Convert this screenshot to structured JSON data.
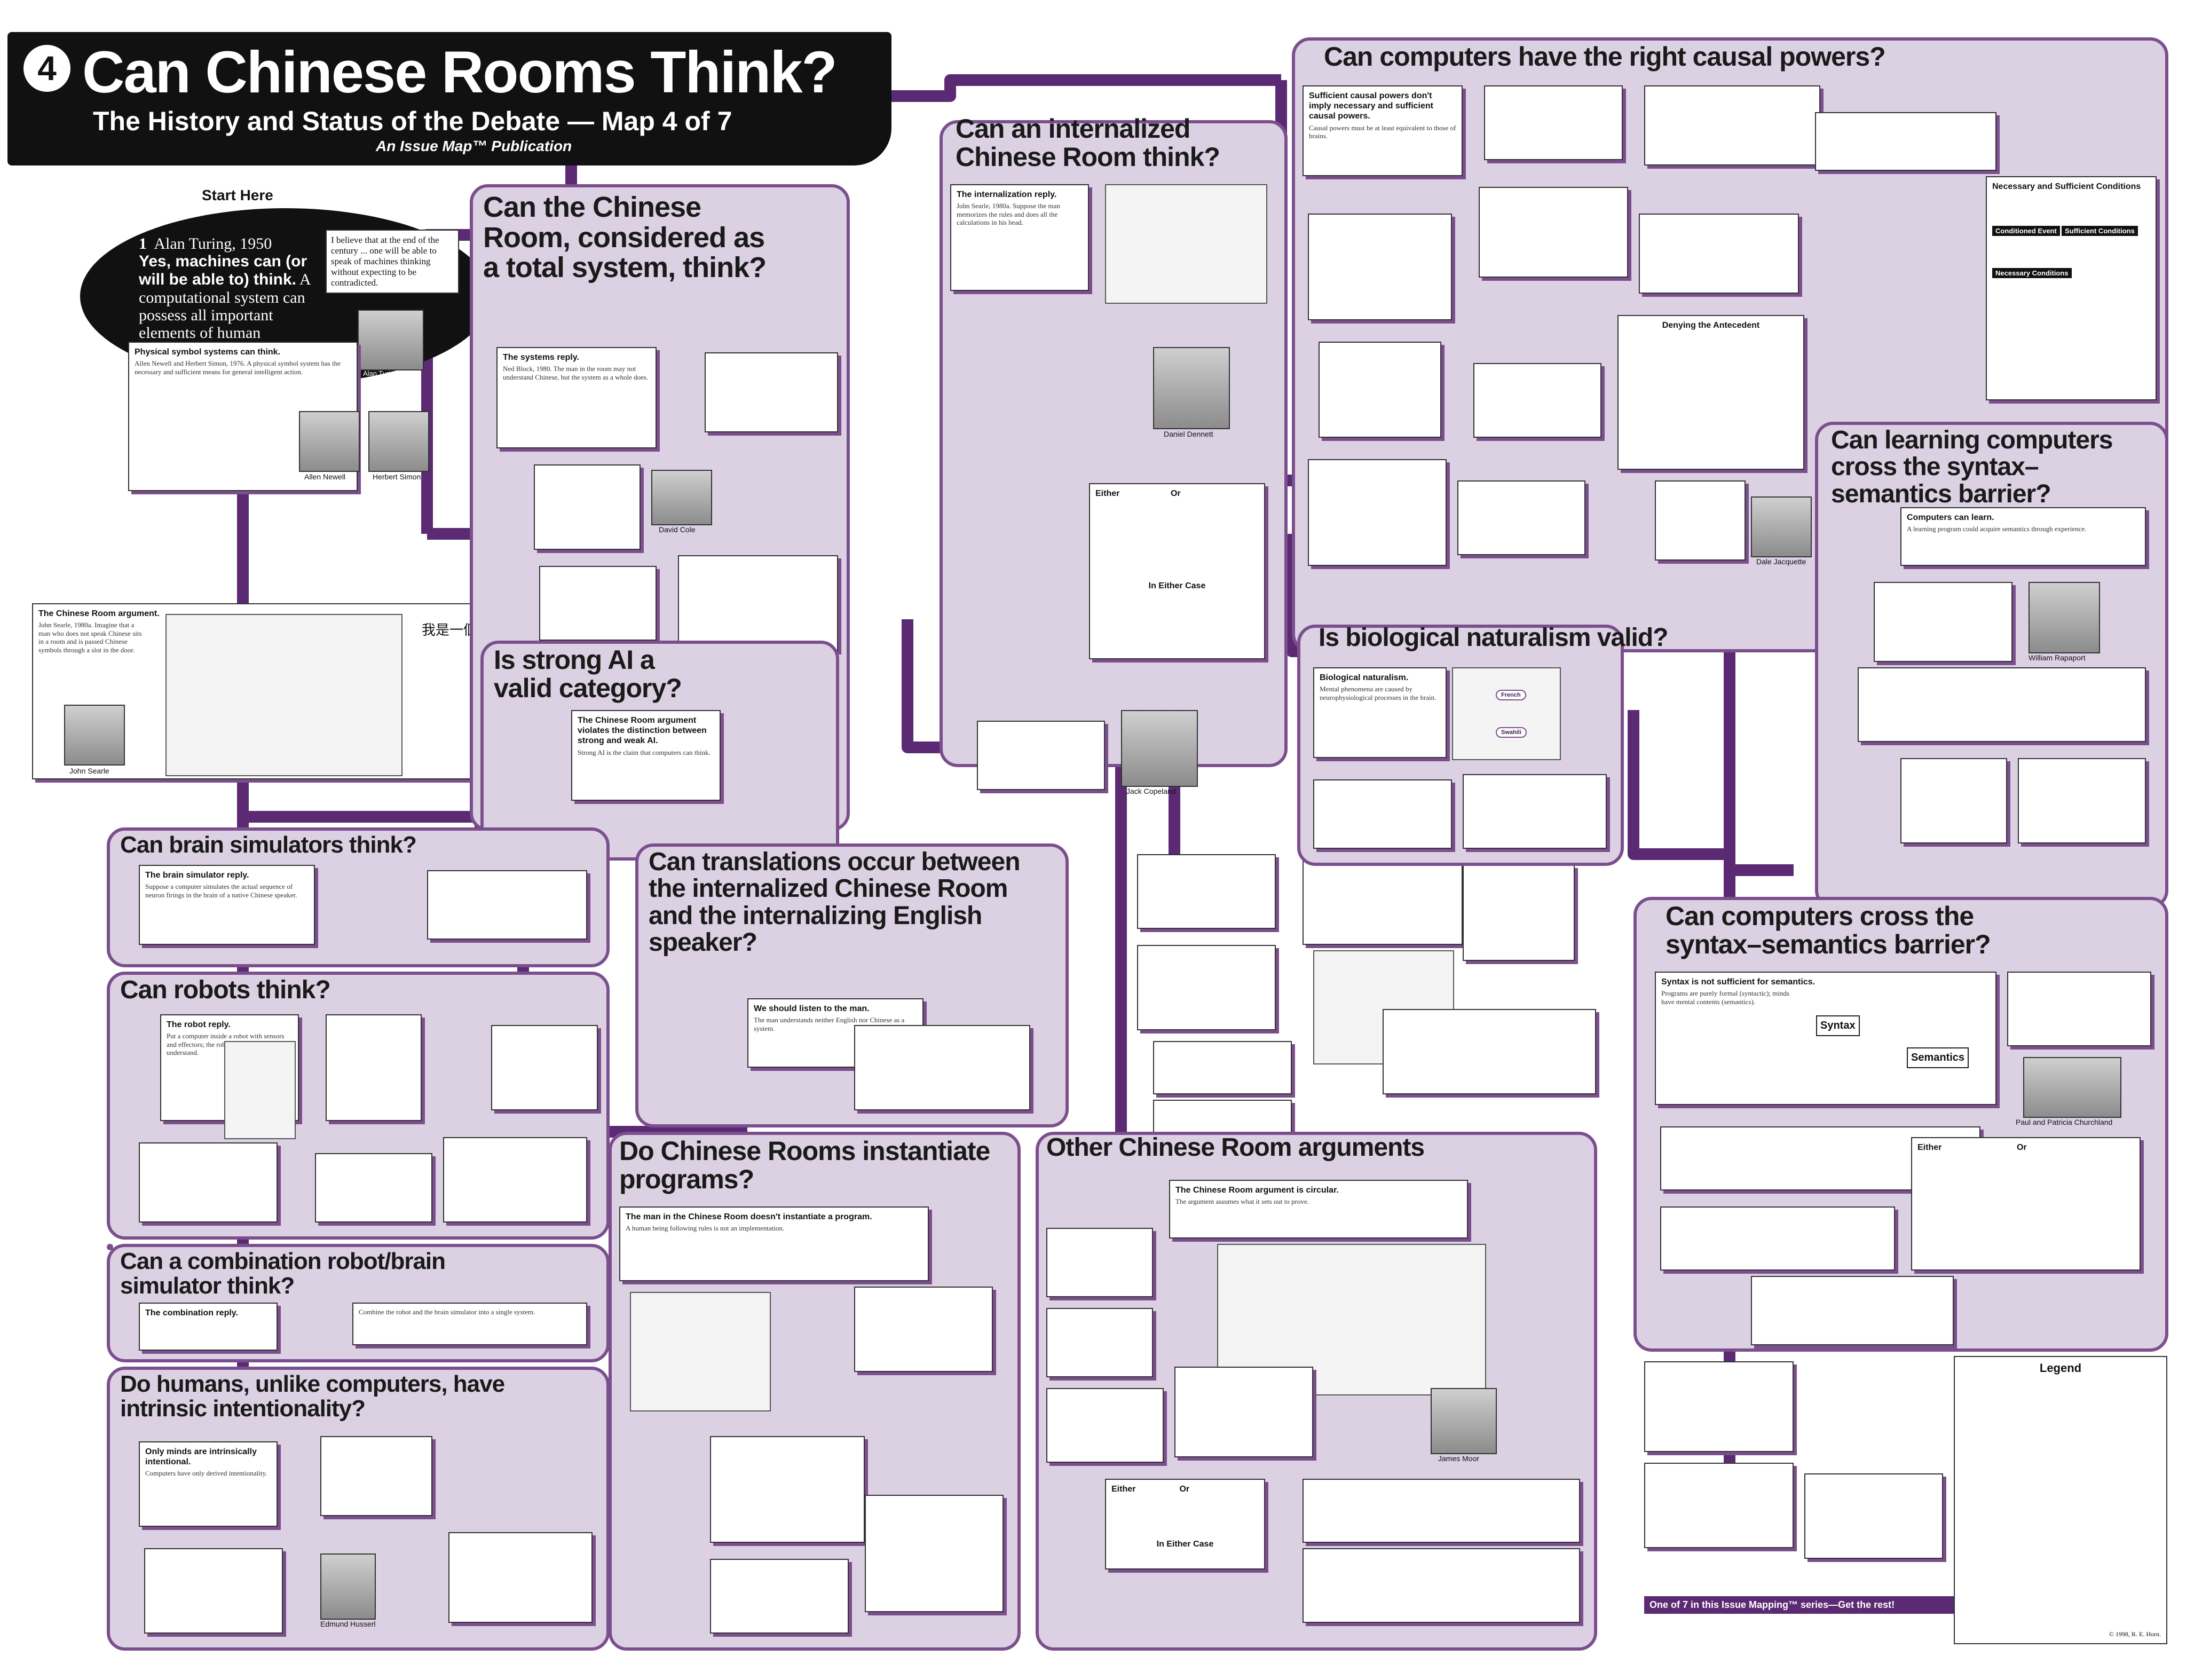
{
  "header": {
    "map_number": "4",
    "title": "Can Chinese Rooms Think?",
    "subtitle": "The History and Status of the Debate — Map 4 of 7",
    "publisher": "An Issue Map™ Publication"
  },
  "start": {
    "label": "Start Here",
    "claim_number": "1",
    "claim_author": "Alan Turing, 1950",
    "claim_bold": "Yes, machines can (or will be able to) think.",
    "claim_text": "A computational system can possess all important elements of human thinking or understanding.",
    "quote": "I believe that at the end of the century ... one will be able to speak of machines thinking without expecting to be contradicted.",
    "portrait_caption": "Alan Turing"
  },
  "regions": {
    "total_system": "Can the Chinese Room, considered as a total system, think?",
    "internalized": "Can an internalized Chinese Room think?",
    "causal_powers": "Can computers have the right causal powers?",
    "strong_ai": "Is strong AI a valid category?",
    "brain_sim": "Can brain simulators think?",
    "robots": "Can robots think?",
    "combination": "Can a combination robot/brain simulator think?",
    "intentionality": "Do humans, unlike computers, have intrinsic intentionality?",
    "translations": "Can translations occur between the internalized Chinese Room and the internalizing English speaker?",
    "instantiate": "Do Chinese Rooms instantiate programs?",
    "other": "Other Chinese Room arguments",
    "bio_naturalism": "Is biological naturalism valid?",
    "learning": "Can learning computers cross the syntax–semantics barrier?",
    "syntax_semantics": "Can computers cross the syntax–semantics barrier?"
  },
  "cards": {
    "newell_simon": {
      "hd": "Physical symbol systems can think.",
      "bd": "Allen Newell and Herbert Simon, 1976. A physical symbol system has the necessary and sufficient means for general intelligent action."
    },
    "searle": {
      "hd": "The Chinese Room argument.",
      "bd": "John Searle, 1980a. Imagine that a man who does not speak Chinese sits in a room and is passed Chinese symbols through a slot in the door."
    },
    "systems_reply": {
      "hd": "The systems reply.",
      "bd": "Ned Block, 1980. The man in the room may not understand Chinese, but the system as a whole does."
    },
    "internalization": {
      "hd": "The internalization reply.",
      "bd": "John Searle, 1980a. Suppose the man memorizes the rules and does all the calculations in his head."
    },
    "causal": {
      "hd": "Sufficient causal powers don't imply necessary and sufficient causal powers.",
      "bd": "Causal powers must be at least equivalent to those of brains."
    },
    "strong_ai_card": {
      "hd": "The Chinese Room argument violates the distinction between strong and weak AI.",
      "bd": "Strong AI is the claim that computers can think."
    },
    "brain_sim_card": {
      "hd": "The brain simulator reply.",
      "bd": "Suppose a computer simulates the actual sequence of neuron firings in the brain of a native Chinese speaker."
    },
    "robot_card": {
      "hd": "The robot reply.",
      "bd": "Put a computer inside a robot with sensors and effectors; the robot would genuinely understand."
    },
    "combo_card": {
      "hd": "The combination reply.",
      "bd": "Combine the robot and the brain simulator into a single system."
    },
    "intentionality_card": {
      "hd": "Only minds are intrinsically intentional.",
      "bd": "Computers have only derived intentionality."
    },
    "translation_card": {
      "hd": "We should listen to the man.",
      "bd": "The man understands neither English nor Chinese as a system."
    },
    "instantiate_card": {
      "hd": "The man in the Chinese Room doesn't instantiate a program.",
      "bd": "A human being following rules is not an implementation."
    },
    "other_card": {
      "hd": "The Chinese Room argument is circular.",
      "bd": "The argument assumes what it sets out to prove."
    },
    "bio_card": {
      "hd": "Biological naturalism.",
      "bd": "Mental phenomena are caused by neurophysiological processes in the brain."
    },
    "learning_card": {
      "hd": "Computers can learn.",
      "bd": "A learning program could acquire semantics through experience."
    },
    "syntax_card": {
      "hd": "Syntax is not sufficient for semantics.",
      "bd": "Programs are purely formal (syntactic); minds have mental contents (semantics)."
    }
  },
  "diagram_labels": {
    "syntax": "Syntax",
    "semantics": "Semantics",
    "french": "French",
    "swahili": "Swahili",
    "either": "Either",
    "or": "Or",
    "in_either_case": "In Either Case",
    "denying_antecedent": "Denying the Antecedent",
    "necessary_sufficient": "Necessary and Sufficient Conditions",
    "conditioned_event": "Conditioned Event",
    "sufficient_conditions": "Sufficient Conditions",
    "necessary_conditions": "Necessary Conditions"
  },
  "captions": {
    "newell": "Allen Newell",
    "simon": "Herbert Simon",
    "searle": "John Searle",
    "dennett": "Daniel Dennett",
    "cole": "David Cole",
    "copeland": "Jack Copeland",
    "rapaport": "William Rapaport",
    "moor": "James Moor",
    "churchland": "Paul and Patricia Churchland",
    "jacquette": "Dale Jacquette",
    "pinker": "Edmund Husserl"
  },
  "chinese_text": "我是一個中國人",
  "legend": {
    "title": "Legend",
    "footer": "One of 7 in this Issue Mapping™ series—Get the rest!",
    "copyright": "© 1998, R. E. Horn."
  }
}
